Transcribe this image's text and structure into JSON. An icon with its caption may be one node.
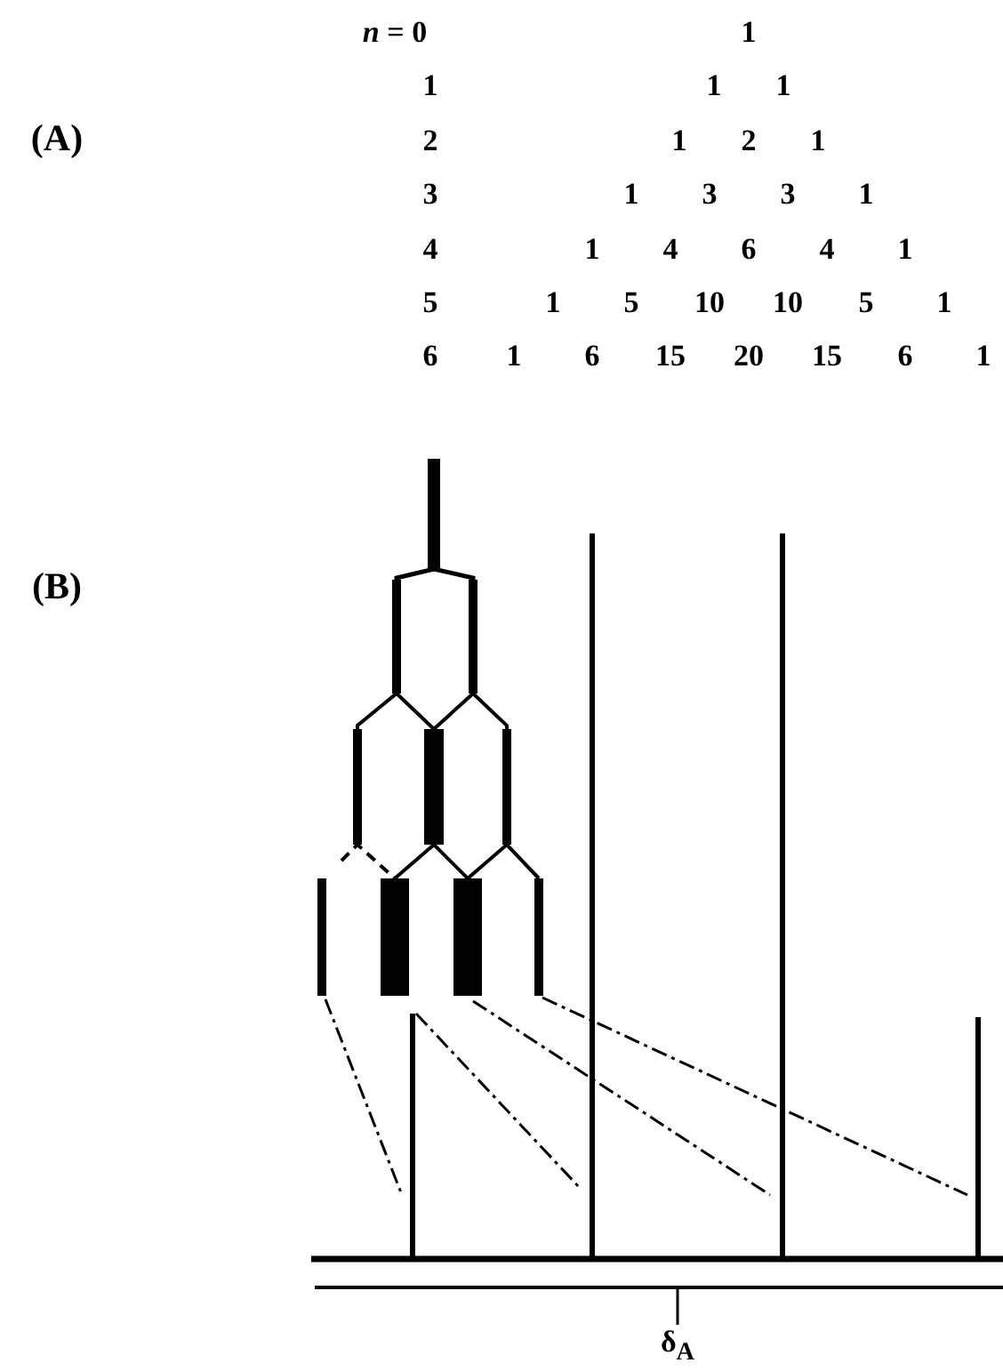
{
  "diagram": {
    "labels": [
      "*n* = 0",
      "1",
      "1",
      "1",
      "1",
      "(A)",
      "2",
      "1",
      "2",
      "1",
      "3",
      "1",
      "3",
      "3",
      "1",
      "4",
      "1",
      "4",
      "6",
      "4",
      "1",
      "5",
      "1",
      "5",
      "10",
      "10",
      "5",
      "1",
      "6",
      "1",
      "6",
      "15",
      "20",
      "15",
      "6",
      "1",
      "(B)",
      "δ$_{A}$"
    ]
  }
}
